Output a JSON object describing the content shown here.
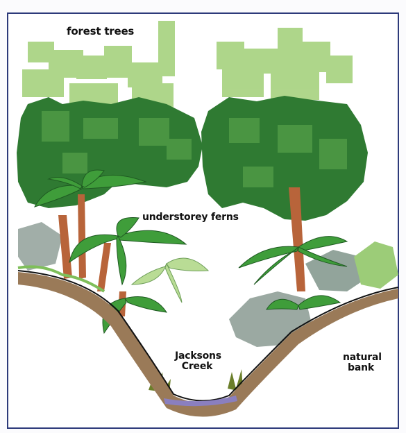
{
  "labels": {
    "forest_trees": "forest trees",
    "understorey_ferns": "understorey ferns",
    "creek_line1": "Jacksons",
    "creek_line2": "Creek",
    "bank_line1": "natural",
    "bank_line2": "bank"
  },
  "colors": {
    "frame_border": "#2d3a7a",
    "canopy_dark": "#2f7a32",
    "canopy_mid": "#4f9a45",
    "canopy_light": "#9ccc78",
    "trunk": "#b8643a",
    "fern": "#3f9d3a",
    "fern_light": "#b9dc95",
    "shrub_grey": "#8a9a92",
    "shrub_green": "#6aaa54",
    "bank_soil": "#9a7a58",
    "water": "#8a7fbf"
  }
}
